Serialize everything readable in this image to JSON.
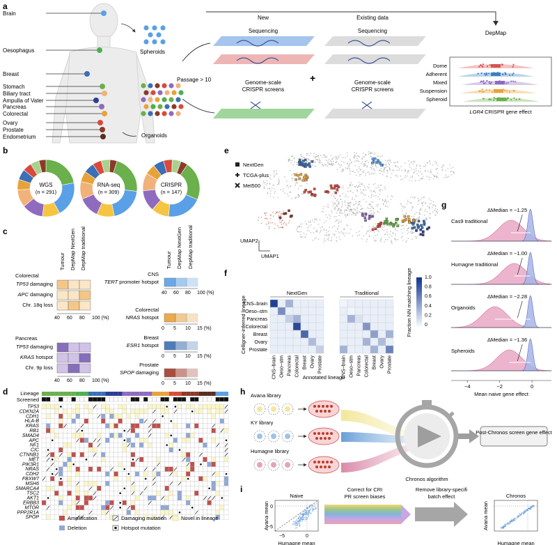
{
  "panel_labels": [
    "a",
    "b",
    "c",
    "d",
    "e",
    "f",
    "g",
    "h",
    "i"
  ],
  "panel_a": {
    "body_sites": [
      "Brain",
      "Oesophagus",
      "Breast",
      "Stomach",
      "Biliary tract",
      "Ampulla of Vater",
      "Pancreas",
      "Colorectal",
      "Ovary",
      "Prostate",
      "Endometrium"
    ],
    "site_colors": [
      "#5aa0e6",
      "#4caf50",
      "#3b6fb6",
      "#6ab04c",
      "#f0b27a",
      "#2c3e91",
      "#8e6bbf",
      "#e8a23a",
      "#d94a3a",
      "#8b3a2a",
      "#5a2e1f"
    ],
    "spheroids": "Spheroids",
    "organoids": "Organoids",
    "passage": "Passage > 10",
    "new_title": "New",
    "new_sub": "Sequencing",
    "existing_title": "Existing data",
    "existing_sub": "Sequencing",
    "crispr_line1": "Genome-scale",
    "crispr_line2": "CRISPR screens",
    "plus": "+",
    "depmap": "DepMap",
    "ridge_rows": [
      "Dome",
      "Adherent",
      "Mixed",
      "Suspension",
      "Spheroid"
    ],
    "ridge_colors": [
      "#d9534f",
      "#3b7fc4",
      "#8e6bbf",
      "#e8a23a",
      "#6ab04c"
    ],
    "ridge_xlabel_gene": "LGR4",
    "ridge_xlabel_rest": " CRISPR gene effect"
  },
  "panel_b": {
    "donuts": [
      {
        "name": "WGS",
        "n": "(n = 291)"
      },
      {
        "name": "RNA-seq",
        "n": "(n = 309)"
      },
      {
        "name": "CRISPR",
        "n": "(n = 147)"
      }
    ]
  },
  "panel_c": {
    "columns": [
      "Tumour",
      "DepMap NextGen",
      "DepMap traditional"
    ],
    "left_groups": [
      {
        "title": "Colorectal",
        "rows": [
          "TP53 damaging",
          "APC damaging",
          "Chr. 18q loss"
        ]
      },
      {
        "title": "Pancreas",
        "rows": [
          "TP53 damaging",
          "KRAS hotspot",
          "Chr. 9p loss"
        ]
      }
    ],
    "left_axis": [
      "40",
      "60",
      "80",
      "100 (%)"
    ],
    "right_groups": [
      {
        "title": "CNS",
        "row": "TERT promoter hotspot",
        "axis": [
          "40",
          "60",
          "80",
          "100 (%)"
        ]
      },
      {
        "title": "Colorectal",
        "row": "NRAS hotspot",
        "axis": [
          "0",
          "5",
          "10",
          "15 (%)"
        ]
      },
      {
        "title": "Breast",
        "row": "ESR1 hotspot",
        "axis": [
          "0",
          "5",
          "10",
          "15 (%)"
        ]
      },
      {
        "title": "Prostate",
        "row": "SPOP damaging",
        "axis": [
          "0",
          "5",
          "10",
          "15 (%)"
        ]
      }
    ]
  },
  "panel_d": {
    "lineage_label": "Lineage",
    "screened_label": "Screened",
    "genes": [
      "TP53",
      "CDKN2A",
      "CDH1",
      "HLA-B",
      "KRAS",
      "RB1",
      "SMAD4",
      "APC",
      "NF1",
      "CIC",
      "CTNNB1",
      "MET",
      "PIK3R1",
      "NRAS",
      "CDH2",
      "FBXW7",
      "MSH6",
      "SMARCA4",
      "TSC2",
      "AKT1",
      "ERBB3",
      "MTOR",
      "PPP2R1A",
      "SPOP"
    ],
    "legend": [
      "Amplification",
      "Deletion",
      "Damaging mutation",
      "Hotspot mutation",
      "Novel in lineage"
    ]
  },
  "panel_e": {
    "legend": [
      "NextGen",
      "TCGA-plus",
      "Met500"
    ],
    "axis1": "UMAP1",
    "axis2": "UMAP2"
  },
  "panel_f": {
    "groups": [
      "NextGen",
      "Traditional"
    ],
    "y_title": "Celligner-inferred lineage",
    "x_title": "Annotated lineage",
    "rows": [
      "CNS–brain",
      "Oeso–stm",
      "Pancreas",
      "Colorectal",
      "Breast",
      "Ovary",
      "Prostate"
    ],
    "colorbar_title": "Fraction NN matching lineage",
    "colorbar_ticks": [
      "0",
      "0.2",
      "0.4",
      "0.6",
      "0.8",
      "1.0"
    ]
  },
  "panel_g": {
    "panels": [
      {
        "name": "Cas9 traditional",
        "delta": "ΔMedian = −1.25"
      },
      {
        "name": "Humagne traditional",
        "delta": "ΔMedian = −1.00"
      },
      {
        "name": "Organoids",
        "delta": "ΔMedian = −2.28"
      },
      {
        "name": "Spheroids",
        "delta": "ΔMedian = −1.36"
      }
    ],
    "x_ticks": [
      "−4",
      "−2",
      "0"
    ],
    "x_label": "Mean naive gene effect"
  },
  "panel_h": {
    "libraries": [
      "Avana library",
      "KY library",
      "Humagne library"
    ],
    "algorithm": "Chronos algorithm",
    "output": "Post-Chronos screen gene effect"
  },
  "panel_i": {
    "naive": "Naive",
    "chronos": "Chronos",
    "step1": "Correct for CRISPR screen biases",
    "step2": "Remove library-specific batch effect",
    "y_label": "Avana mean",
    "x_label": "Humagne mean",
    "x_ticks": [
      "−5",
      "0"
    ],
    "y_ticks": [
      "0",
      "−5"
    ]
  }
}
